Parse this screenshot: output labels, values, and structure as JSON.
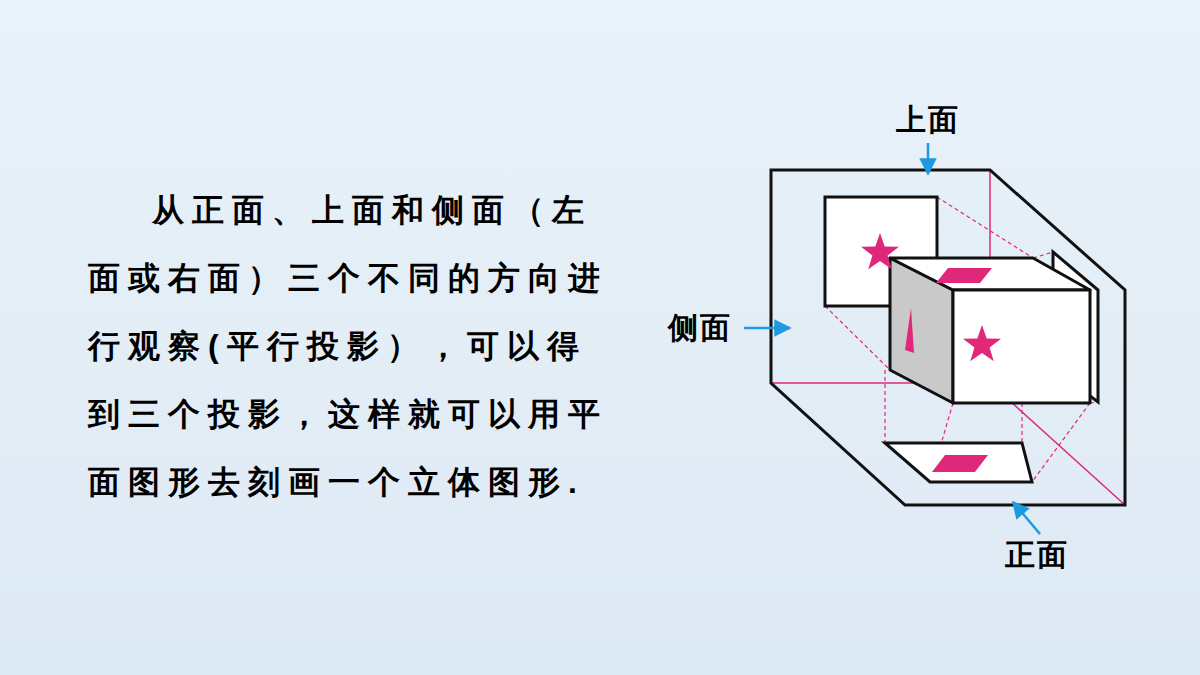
{
  "diagram": {
    "labels": [
      "从正面、上面和侧面（左面或右面）三个不同的方向进行观察(平行投影），可以得到三个投影，这样就可以用平面图形去刻画一个立体图形.",
      "上面",
      "侧面",
      "正面"
    ]
  }
}
